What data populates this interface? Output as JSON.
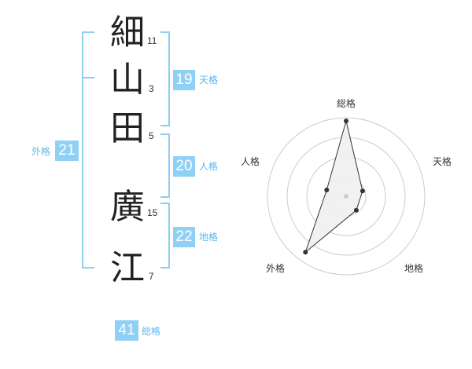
{
  "name": {
    "characters": [
      {
        "char": "細",
        "strokes": "11"
      },
      {
        "char": "山",
        "strokes": "3"
      },
      {
        "char": "田",
        "strokes": "5"
      },
      {
        "char": "廣",
        "strokes": "15"
      },
      {
        "char": "江",
        "strokes": "7"
      }
    ]
  },
  "fortunes": {
    "tenkaku": {
      "value": "19",
      "label": "天格"
    },
    "jinkaku": {
      "value": "20",
      "label": "人格"
    },
    "chikaku": {
      "value": "22",
      "label": "地格"
    },
    "gaikaku": {
      "value": "21",
      "label": "外格"
    },
    "soukaku": {
      "value": "41",
      "label": "総格"
    }
  },
  "colors": {
    "accent_box": "#8fd0f5",
    "accent_text": "#5cb8ec",
    "bracket": "#8fcdf2"
  },
  "chart_data": {
    "type": "radar",
    "axes": [
      "総格",
      "天格",
      "地格",
      "外格",
      "人格"
    ],
    "rings": 4,
    "values": [
      0.96,
      0.22,
      0.22,
      0.88,
      0.26
    ],
    "polygon_fill": "#f0f0f0",
    "polygon_stroke": "#333333",
    "ring_color": "#cccccc"
  }
}
